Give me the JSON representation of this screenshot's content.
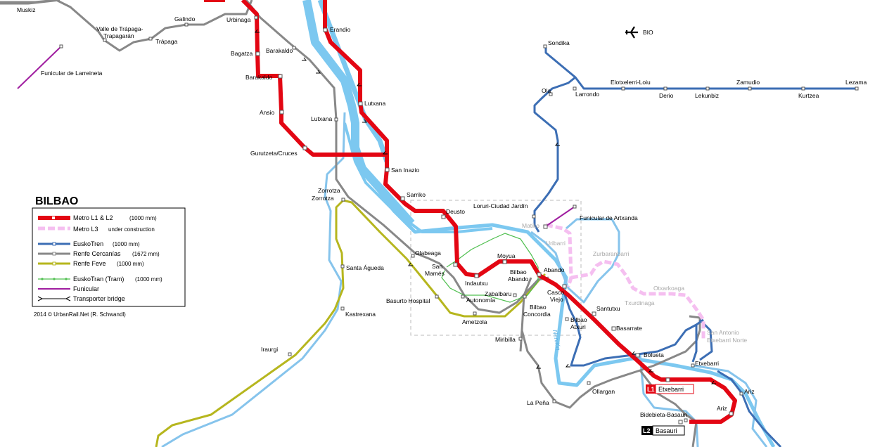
{
  "map": {
    "title": "BILBAO",
    "credit": "2014 © UrbanRail.Net (R. Schwandl)",
    "airport_label": "BIO",
    "river_label": "Nervión"
  },
  "legend": {
    "items": [
      {
        "label": "Metro  L1 & L2",
        "note": "(1000 mm)",
        "color": "#e30613"
      },
      {
        "label": "Metro  L3",
        "note": "under construction",
        "color": "#f5bff0"
      },
      {
        "label": "EuskoTren",
        "note": "(1000 mm)",
        "color": "#3c6eb4"
      },
      {
        "label": "Renfe Cercanías",
        "note": "(1672 mm)",
        "color": "#888888"
      },
      {
        "label": "Renfe Feve",
        "note": "(1000 mm)",
        "color": "#b6b61e"
      },
      {
        "label": "EuskoTran (Tram)",
        "note": "(1000 mm)",
        "color": "#4fbf4f"
      },
      {
        "label": "Funicular",
        "note": "",
        "color": "#a01ea0"
      },
      {
        "label": "Transporter bridge",
        "note": "",
        "color": "#000000"
      }
    ]
  },
  "termini": {
    "l1": {
      "badge": "L1",
      "name": "Etxebarri"
    },
    "l2": {
      "badge": "L2",
      "name": "Basauri"
    }
  },
  "stations": {
    "muskiz": "Muskiz",
    "valle1": "Valle de Trápaga-",
    "valle2": "Trapagarán",
    "galindo": "Galindo",
    "trapaga": "Trápaga",
    "funicular_larreineta": "Funicular de Larreineta",
    "urbinaga": "Urbinaga",
    "bagatza": "Bagatza",
    "barakaldo_renfe": "Barakaldo",
    "barakaldo_metro": "Barakaldo",
    "ansio": "Ansio",
    "gurutzeta": "Gurutzeta/Cruces",
    "lutxana_renfe": "Lutxana",
    "erandio": "Erandio",
    "lutxana_metro": "Lutxana",
    "san_inazio": "San Inazio",
    "sarriko": "Sarriko",
    "deusto": "Deusto",
    "zorrotza1": "Zorrotza",
    "zorrotza2": "Zorrotza",
    "santa_agueda": "Santa Águeda",
    "kastrexana": "Kastrexana",
    "iraurgi": "Iraurgi",
    "olabeaga": "Olabeaga",
    "san_mames1": "San",
    "san_mames2": "Mamés",
    "basurto": "Basurto Hospital",
    "indautxu": "Indautxu",
    "autonomia": "Autonomía",
    "ametzola": "Ametzola",
    "zabalbaru": "Zabalbaru",
    "moyua": "Moyua",
    "bilbao_abando1": "Bilbao",
    "bilbao_abando2": "Abando",
    "abando": "Abando",
    "casco1": "Casco",
    "casco2": "Viejo",
    "concordia1": "Bilbao",
    "concordia2": "Concordia",
    "atxuri1": "Bilbao",
    "atxuri2": "Atxuri",
    "miribilla": "Miribilla",
    "la_pena": "La Peña",
    "ollargan": "Ollargan",
    "santutxu": "Santutxu",
    "basarrate": "Basarrate",
    "bolueta": "Bolueta",
    "etxebarri_et": "Etxebarri",
    "ariz_et": "Ariz",
    "ariz_metro": "Ariz",
    "bidebieta": "Bidebieta-Basauri",
    "loruri": "Loruri-Ciudad Jardín",
    "matiko": "Matiko",
    "uribarri": "Uribarri",
    "funicular_artxanda": "Funicular de Artxanda",
    "zurbaranbarri": "Zurbaranbarri",
    "otxarkoaga": "Otxarkoaga",
    "txurdinaga": "Txurdinaga",
    "san_antonio1": "San Antonio",
    "san_antonio2": "Etxebarri Norte",
    "sondika": "Sondika",
    "ola": "Ola",
    "larrondo": "Larrondo",
    "elotxelerri": "Elotxelerri-Loiu",
    "derio": "Derio",
    "lekunbiz": "Lekunbiz",
    "zamudio": "Zamudio",
    "kurtzea": "Kurtzea",
    "lezama": "Lezama"
  }
}
